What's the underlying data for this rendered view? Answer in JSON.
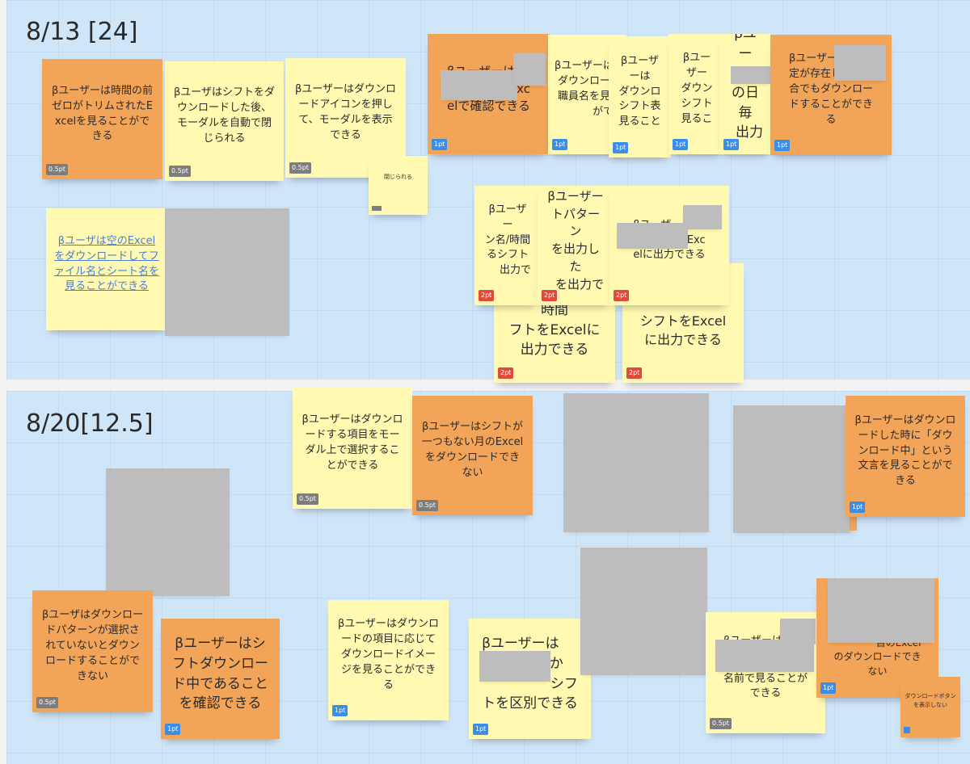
{
  "sections": {
    "top": {
      "title": "8/13 [24]"
    },
    "bottom": {
      "title": "8/20[12.5]"
    }
  },
  "notes": {
    "t1": {
      "text": "βユーザーは時間の前ゼロがトリムされたExcelを見ることができる",
      "points": "0.5pt"
    },
    "t2": {
      "text": "βユーザはシフトをダウンロードした後、モーダルを自動で閉じられる",
      "points": "0.5pt"
    },
    "t3": {
      "text": "βユーザーはダウンロードアイコンを押して、モーダルを表示できる",
      "points": "0.5pt"
    },
    "t4": {
      "text": "閉じられる"
    },
    "t5": {
      "text": "βユーザは空のExcelをダウンロードしてファイル名とシート名を見ることができる"
    },
    "t6": {
      "line1": "βユーザーは",
      "line2": "Exc",
      "line3": "elで確認できる",
      "points": "1pt"
    },
    "t7": {
      "line1": "βユーザーは",
      "line2": "ダウンロー",
      "line3": "職員名を見",
      "line4": "がで",
      "points": "1pt"
    },
    "t8": {
      "line1": "βユーザーは",
      "line2": "ダウンロ",
      "line3": "シフト表",
      "line4": "見ること",
      "points": "1pt"
    },
    "t9": {
      "line1": "βユーザー",
      "line2": "ダウン",
      "line3": "シフト",
      "line4": "見るこ",
      "points": "1pt"
    },
    "t10": {
      "line1": "βユー",
      "line2": "の日毎",
      "line3": "出力",
      "points": "1pt"
    },
    "t11": {
      "line1": "βユーザー",
      "line2": "定が存在し",
      "line3": "合でもダウンロー",
      "line4": "ドすることができ",
      "line5": "る",
      "points": "1pt"
    },
    "m1": {
      "line1": "βユーザー",
      "line2": "ン名/時間",
      "line3": "るシフト",
      "line4": "出力で",
      "points": "2pt"
    },
    "m2": {
      "line1": "βユーザー",
      "line2": "トパターン",
      "line3": "を出力した",
      "line4": "を出力で",
      "points": "2pt"
    },
    "m3": {
      "line1": "βユーザーは",
      "line2": "でExc",
      "line3": "elに出力できる",
      "points": "2pt"
    },
    "m4": {
      "line1": "時間",
      "line2": "フトをExcelに",
      "line3": "出力できる",
      "points": "2pt"
    },
    "m5": {
      "line1": "シフトをExcel",
      "line2": "に出力できる",
      "points": "2pt"
    },
    "b1": {
      "text": "βユーザーはダウンロードする項目をモーダル上で選択することができる",
      "points": "0.5pt"
    },
    "b2": {
      "text": "βユーザーはシフトが一つもない月のExcelをダウンロードできない",
      "points": "0.5pt"
    },
    "b3": {
      "text": "βユーザーはダウンロードした時に「ダウンロード中」という文言を見ることができる",
      "points": "1pt"
    },
    "b4": {
      "text": "βユーザはダウンロードパターンが選択されていないとダウンロードすることができない",
      "points": "0.5pt"
    },
    "b5": {
      "text": "βユーザーはシフトダウンロード中であることを確認できる",
      "points": "1pt"
    },
    "b6": {
      "text": "βユーザーはダウンロードの項目に応じてダウンロードイメージを見ることができる",
      "points": "1pt"
    },
    "b7": {
      "line1": "βユーザーは",
      "line2": "か",
      "line3": "シフ",
      "line4": "トを区別できる",
      "points": "1pt"
    },
    "b8": {
      "line1": "βユーザーは",
      "line2": "名前で見ることが",
      "line3": "できる",
      "points": "0.5pt"
    },
    "b9": {
      "line1": "目のExcel",
      "line2": "のダウンロードでき",
      "line3": "ない",
      "points": "1pt"
    },
    "b10": {
      "text": "ダウンロードボタンを表示しない"
    }
  },
  "colors": {
    "yellow_note": "#fff9b1",
    "orange_note": "#f2a458",
    "frame_bg": "#cfe5f8",
    "badge_gray": "#7d7d7d",
    "badge_blue": "#3a8ee8",
    "badge_red": "#e04a3a"
  }
}
